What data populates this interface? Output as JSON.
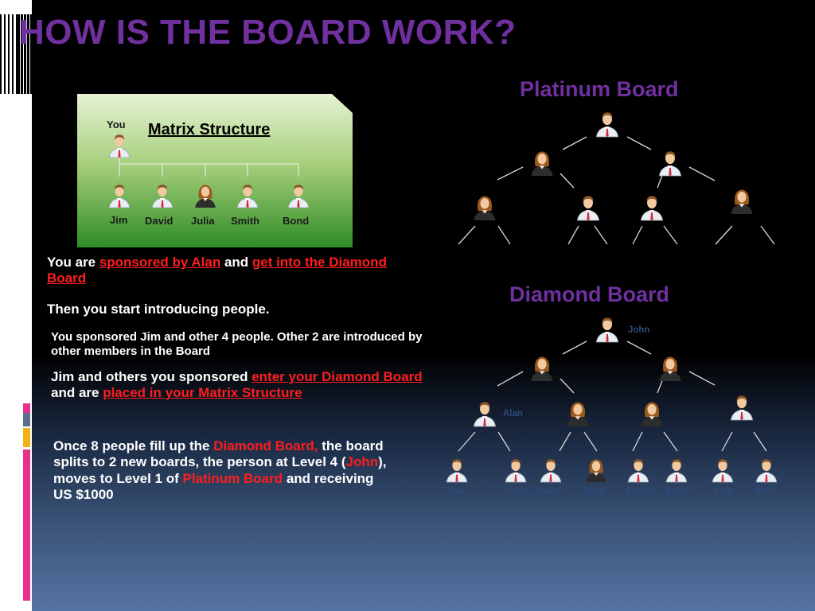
{
  "slide": {
    "title": "HOW IS THE BOARD WORK?",
    "colors": {
      "title": "#7030a0",
      "highlight": "#ff1d1d",
      "box_green": "#2f8d25"
    }
  },
  "matrix": {
    "title": "Matrix Structure",
    "you_label": "You",
    "members": [
      "Jim",
      "David",
      "Julia",
      "Smith",
      "Bond"
    ]
  },
  "platinum": {
    "title": "Platinum Board"
  },
  "diamond": {
    "title": "Diamond Board",
    "top_label": "John",
    "left_label": "Alan",
    "bottom_labels": [
      "You",
      "Jim",
      "David",
      "Julia",
      "Smith",
      "Bond",
      "Kay",
      "Ben"
    ]
  },
  "text": {
    "p1": {
      "a": "You are ",
      "b": "sponsored by Alan",
      "c": " and ",
      "d": "get into the Diamond Board"
    },
    "p2": "Then you start introducing people.",
    "p3": "You sponsored Jim and other 4 people. Other 2 are introduced by other members in the Board",
    "p4": {
      "a": "Jim and others you sponsored ",
      "b": "enter your Diamond Board",
      "c": " and are ",
      "d": "placed in your Matrix Structure"
    },
    "p5": {
      "a": "Once 8 people fill up the ",
      "b": "Diamond Board,",
      "c": " the board splits to 2 new boards, the person at Level 4 (",
      "d": "John",
      "e": "), moves to Level 1 of ",
      "f": "Platinum Board",
      "g": " and receiving US  $1000"
    }
  }
}
